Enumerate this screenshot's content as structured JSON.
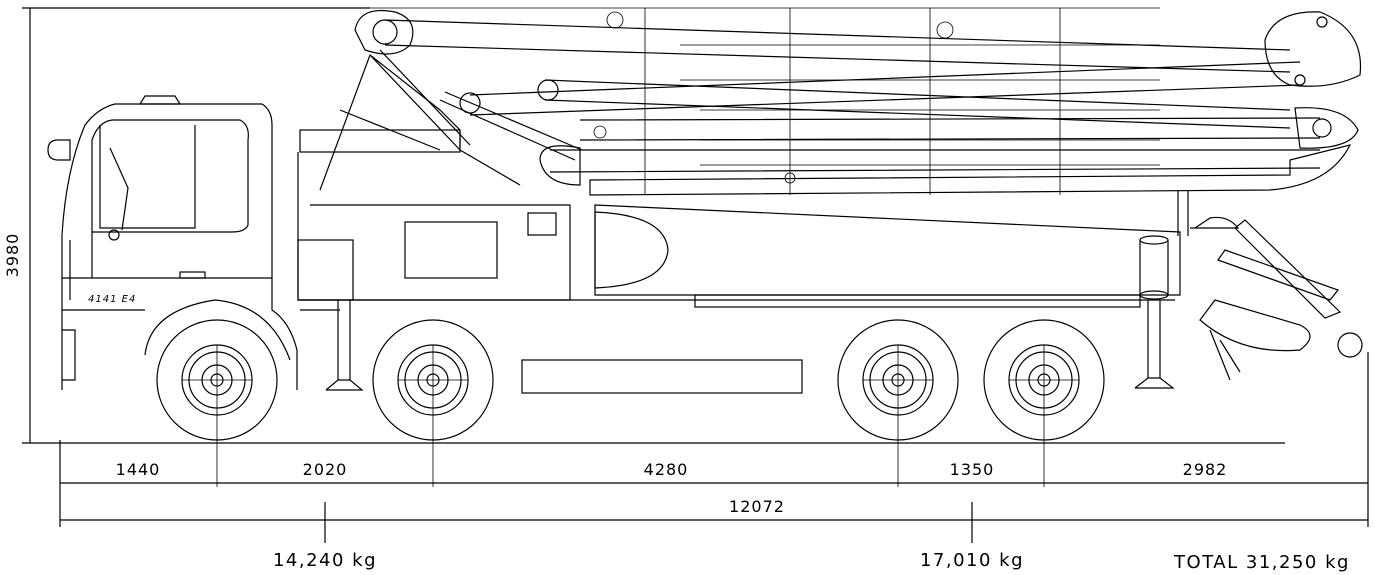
{
  "dimensions": {
    "height": "3980",
    "seg_front_overhang": "1440",
    "seg_axle_1_2": "2020",
    "seg_axle_2_3": "4280",
    "seg_axle_3_4": "1350",
    "seg_rear_overhang": "2982",
    "total_length": "12072"
  },
  "weights": {
    "front_axles": "14,240 kg",
    "rear_axles": "17,010 kg",
    "total": "TOTAL 31,250 kg"
  },
  "vehicle": {
    "badge": "4141 E4"
  }
}
